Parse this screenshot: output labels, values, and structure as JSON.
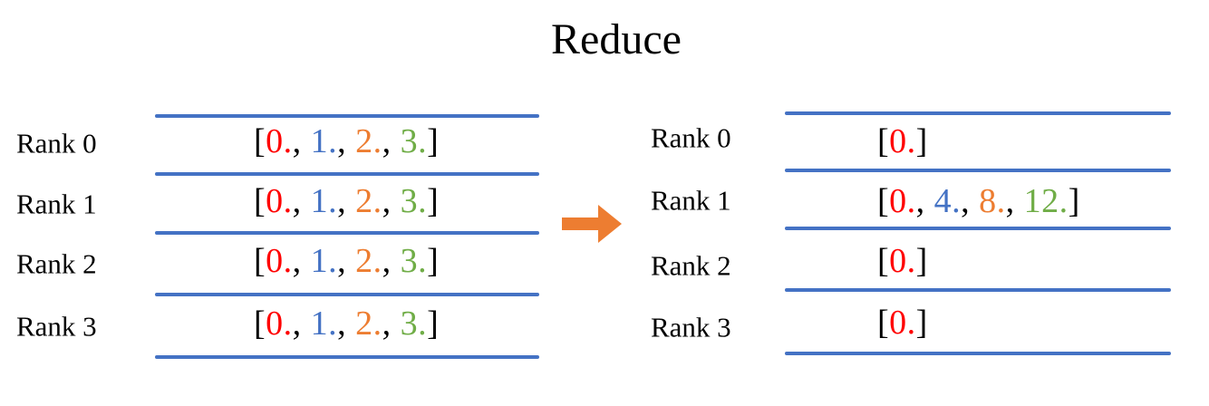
{
  "title": "Reduce",
  "colors": {
    "ink": "#000000",
    "red": "#FF0000",
    "blue": "#4472C4",
    "orange": "#ED7D31",
    "green": "#70AD47",
    "line": "#4472C4",
    "arrow": "#ED7D31"
  },
  "left": {
    "rows": [
      {
        "label": "Rank 0",
        "segments": [
          {
            "t": "[",
            "c": "ink"
          },
          {
            "t": "0.",
            "c": "red"
          },
          {
            "t": ", ",
            "c": "ink"
          },
          {
            "t": "1.",
            "c": "blue"
          },
          {
            "t": ", ",
            "c": "ink"
          },
          {
            "t": "2.",
            "c": "orange"
          },
          {
            "t": ", ",
            "c": "ink"
          },
          {
            "t": "3.",
            "c": "green"
          },
          {
            "t": "]",
            "c": "ink"
          }
        ]
      },
      {
        "label": "Rank 1",
        "segments": [
          {
            "t": "[",
            "c": "ink"
          },
          {
            "t": "0.",
            "c": "red"
          },
          {
            "t": ", ",
            "c": "ink"
          },
          {
            "t": "1.",
            "c": "blue"
          },
          {
            "t": ", ",
            "c": "ink"
          },
          {
            "t": "2.",
            "c": "orange"
          },
          {
            "t": ", ",
            "c": "ink"
          },
          {
            "t": "3.",
            "c": "green"
          },
          {
            "t": "]",
            "c": "ink"
          }
        ]
      },
      {
        "label": "Rank 2",
        "segments": [
          {
            "t": "[",
            "c": "ink"
          },
          {
            "t": "0.",
            "c": "red"
          },
          {
            "t": ", ",
            "c": "ink"
          },
          {
            "t": "1.",
            "c": "blue"
          },
          {
            "t": ", ",
            "c": "ink"
          },
          {
            "t": "2.",
            "c": "orange"
          },
          {
            "t": ", ",
            "c": "ink"
          },
          {
            "t": "3.",
            "c": "green"
          },
          {
            "t": "]",
            "c": "ink"
          }
        ]
      },
      {
        "label": "Rank 3",
        "segments": [
          {
            "t": "[",
            "c": "ink"
          },
          {
            "t": "0.",
            "c": "red"
          },
          {
            "t": ", ",
            "c": "ink"
          },
          {
            "t": "1.",
            "c": "blue"
          },
          {
            "t": ", ",
            "c": "ink"
          },
          {
            "t": "2.",
            "c": "orange"
          },
          {
            "t": ", ",
            "c": "ink"
          },
          {
            "t": "3.",
            "c": "green"
          },
          {
            "t": "]",
            "c": "ink"
          }
        ]
      }
    ]
  },
  "right": {
    "rows": [
      {
        "label": "Rank 0",
        "segments": [
          {
            "t": "[",
            "c": "ink"
          },
          {
            "t": "0.",
            "c": "red"
          },
          {
            "t": "]",
            "c": "ink"
          }
        ]
      },
      {
        "label": "Rank 1",
        "segments": [
          {
            "t": "[",
            "c": "ink"
          },
          {
            "t": "0.",
            "c": "red"
          },
          {
            "t": ", ",
            "c": "ink"
          },
          {
            "t": "4.",
            "c": "blue"
          },
          {
            "t": ", ",
            "c": "ink"
          },
          {
            "t": "8.",
            "c": "orange"
          },
          {
            "t": ", ",
            "c": "ink"
          },
          {
            "t": "12.",
            "c": "green"
          },
          {
            "t": "]",
            "c": "ink"
          }
        ]
      },
      {
        "label": "Rank 2",
        "segments": [
          {
            "t": "[",
            "c": "ink"
          },
          {
            "t": "0.",
            "c": "red"
          },
          {
            "t": "]",
            "c": "ink"
          }
        ]
      },
      {
        "label": "Rank 3",
        "segments": [
          {
            "t": "[",
            "c": "ink"
          },
          {
            "t": "0.",
            "c": "red"
          },
          {
            "t": "]",
            "c": "ink"
          }
        ]
      }
    ]
  }
}
